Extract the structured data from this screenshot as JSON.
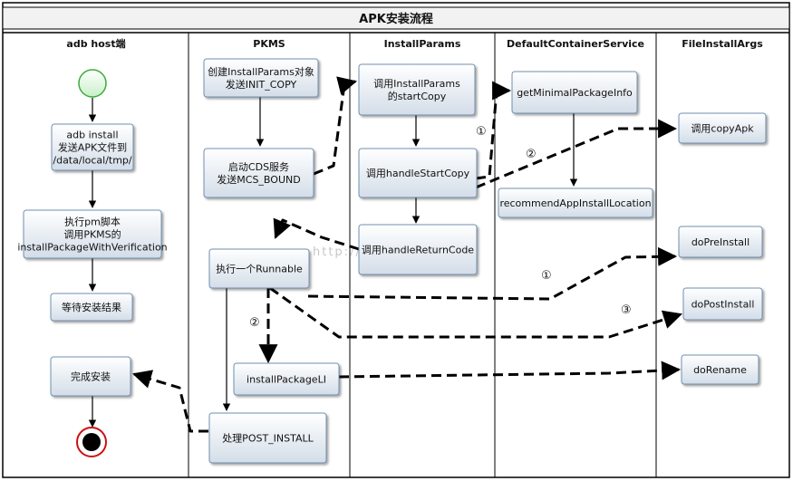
{
  "title": "APK安装流程",
  "lanes": [
    {
      "id": "adb",
      "title": "adb host端"
    },
    {
      "id": "pkms",
      "title": "PKMS"
    },
    {
      "id": "installparams",
      "title": "InstallParams"
    },
    {
      "id": "dcs",
      "title": "DefaultContainerService"
    },
    {
      "id": "fia",
      "title": "FileInstallArgs"
    }
  ],
  "nodes": {
    "adb_install": [
      "adb install",
      "发送APK文件到",
      "/data/local/tmp/"
    ],
    "run_pm": [
      "执行pm脚本",
      "调用PKMS的",
      "installPackageWithVerification"
    ],
    "wait_result": [
      "等待安装结果"
    ],
    "done_install": [
      "完成安装"
    ],
    "create_params": [
      "创建InstallParams对象",
      "发送INIT_COPY"
    ],
    "start_cds": [
      "启动CDS服务",
      "发送MCS_BOUND"
    ],
    "run_runnable": [
      "执行一个Runnable"
    ],
    "install_li": [
      "installPackageLI"
    ],
    "post_install": [
      "处理POST_INSTALL"
    ],
    "start_copy": [
      "调用InstallParams",
      "的startCopy"
    ],
    "handle_start_copy": [
      "调用handleStartCopy"
    ],
    "handle_return_code": [
      "调用handleReturnCode"
    ],
    "get_min_pkg": [
      "getMinimalPackageInfo"
    ],
    "recommend_loc": [
      "recommendAppInstallLocation"
    ],
    "copy_apk": [
      "调用copyApk"
    ],
    "do_pre_install": [
      "doPreInstall"
    ],
    "do_post_install": [
      "doPostInstall"
    ],
    "do_rename": [
      "doRename"
    ]
  },
  "labels": {
    "c1_a": "①",
    "c2_a": "②",
    "c1_b": "①",
    "c2_b": "②",
    "c3": "③"
  },
  "watermark": "http://blog.csdn.net/",
  "colors": {
    "node_fill": "#dfe6ee",
    "node_border": "#6f8fb0",
    "start_fill": "#d8f5d8",
    "start_border": "#3cab3c",
    "end_ring": "#cc1111",
    "title_fill": "#f2f2f2",
    "line": "#000000"
  }
}
